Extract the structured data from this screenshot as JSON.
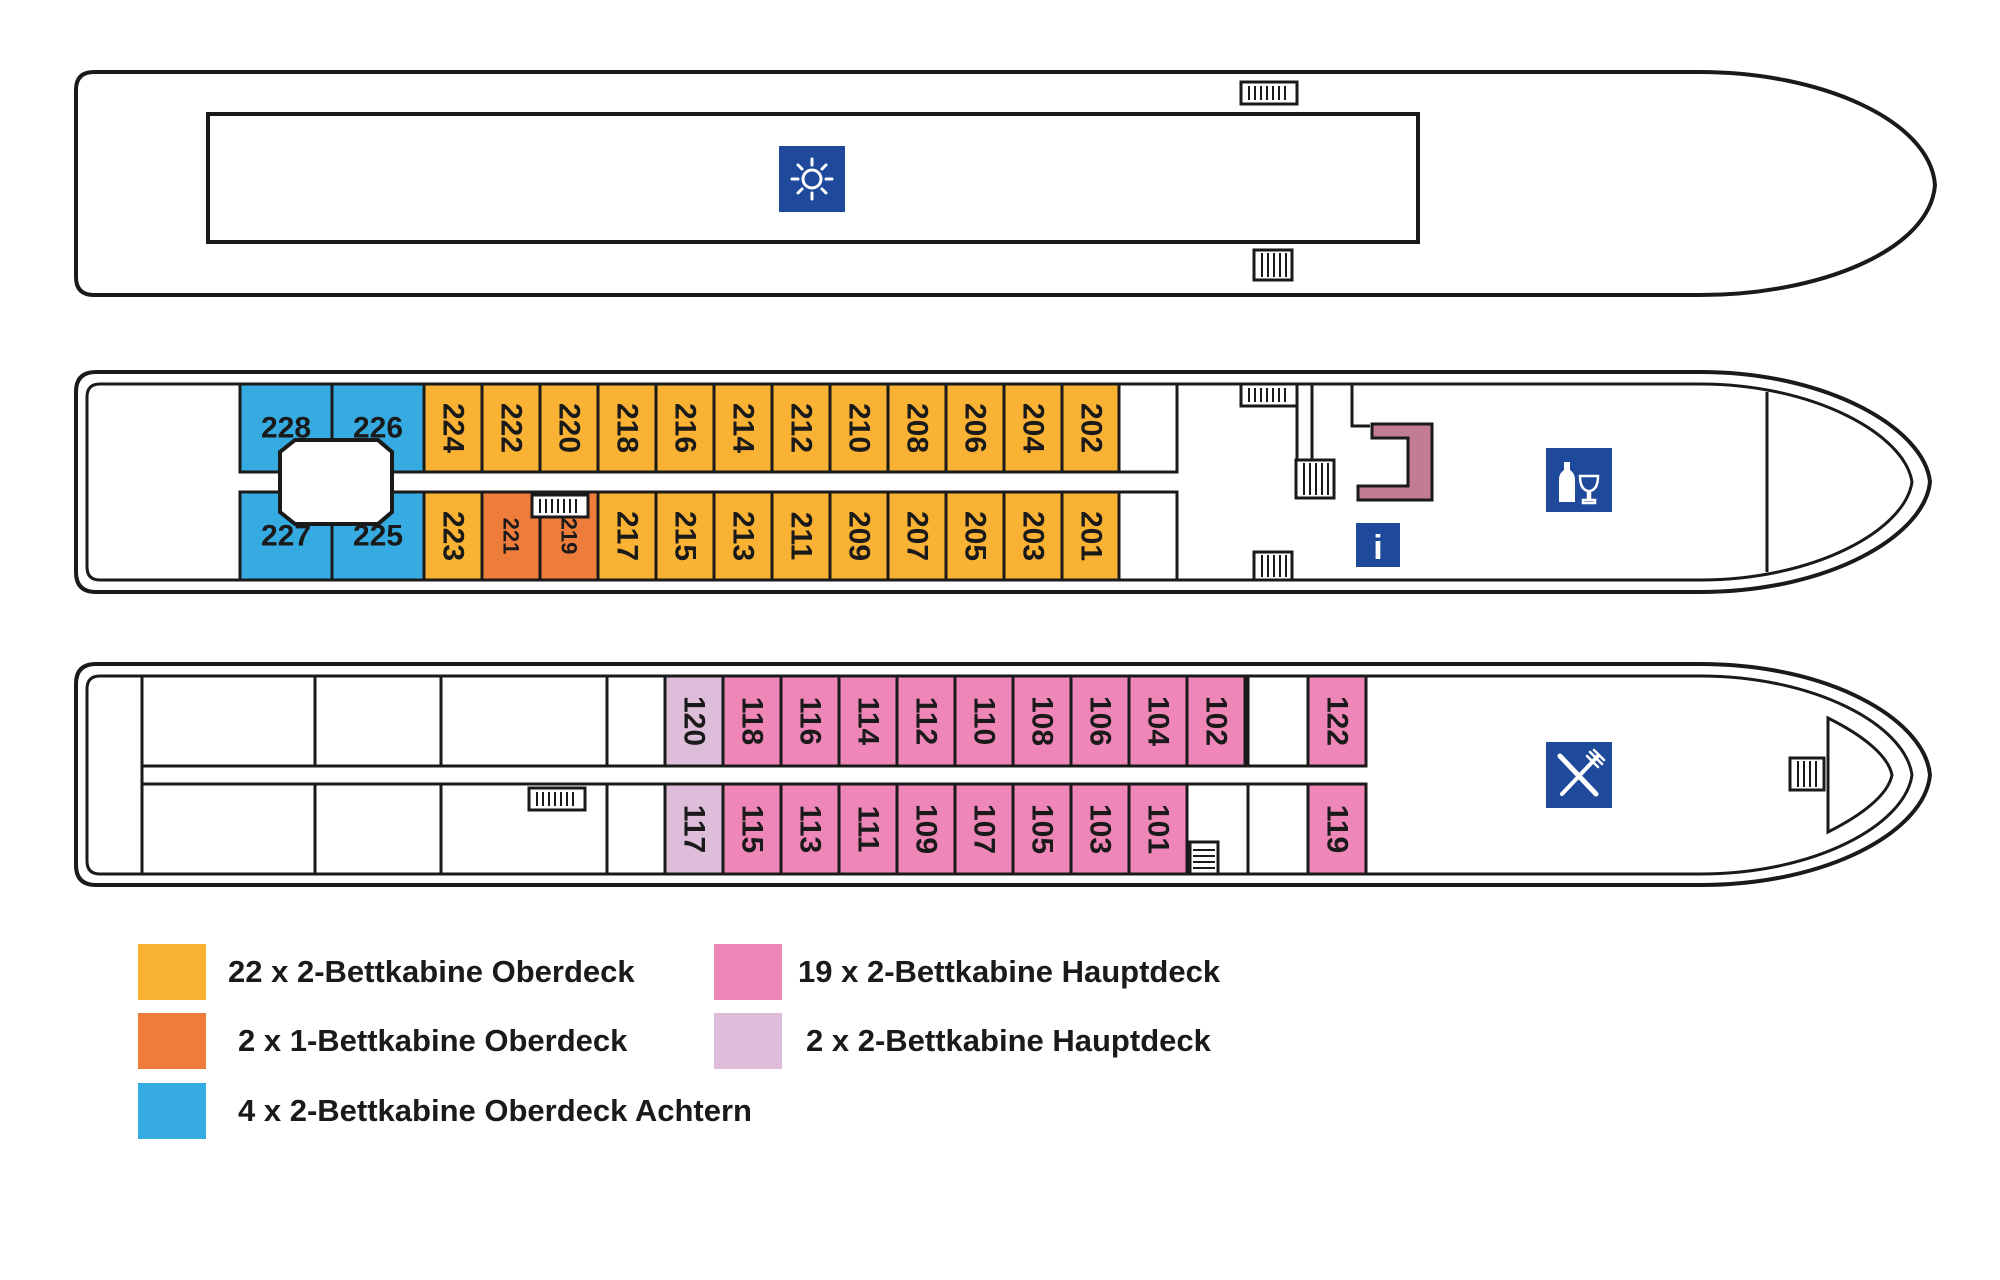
{
  "colors": {
    "oberdeck_2bett": "#F9B233",
    "oberdeck_1bett": "#EE7D3B",
    "achtern_2bett": "#35ABE2",
    "hauptdeck_2bett": "#EE86B7",
    "hauptdeck_2bett_light": "#DDBDDA",
    "icon_blue": "#1F4A9C",
    "bar_rose": "#C37C96",
    "outline": "#1a1a1a"
  },
  "decks": {
    "sun_deck": {
      "icons": [
        "sun-icon"
      ]
    },
    "upper_deck": {
      "icons": [
        "bar-icon",
        "info-icon"
      ],
      "info_label": "i",
      "cabins_top": [
        {
          "no": "228",
          "type": "achtern_2bett",
          "rot": false
        },
        {
          "no": "226",
          "type": "achtern_2bett",
          "rot": false
        },
        {
          "no": "224",
          "type": "oberdeck_2bett",
          "rot": true
        },
        {
          "no": "222",
          "type": "oberdeck_2bett",
          "rot": true
        },
        {
          "no": "220",
          "type": "oberdeck_2bett",
          "rot": true
        },
        {
          "no": "218",
          "type": "oberdeck_2bett",
          "rot": true
        },
        {
          "no": "216",
          "type": "oberdeck_2bett",
          "rot": true
        },
        {
          "no": "214",
          "type": "oberdeck_2bett",
          "rot": true
        },
        {
          "no": "212",
          "type": "oberdeck_2bett",
          "rot": true
        },
        {
          "no": "210",
          "type": "oberdeck_2bett",
          "rot": true
        },
        {
          "no": "208",
          "type": "oberdeck_2bett",
          "rot": true
        },
        {
          "no": "206",
          "type": "oberdeck_2bett",
          "rot": true
        },
        {
          "no": "204",
          "type": "oberdeck_2bett",
          "rot": true
        },
        {
          "no": "202",
          "type": "oberdeck_2bett",
          "rot": true
        }
      ],
      "cabins_bottom": [
        {
          "no": "227",
          "type": "achtern_2bett",
          "rot": false
        },
        {
          "no": "225",
          "type": "achtern_2bett",
          "rot": false
        },
        {
          "no": "223",
          "type": "oberdeck_2bett",
          "rot": true
        },
        {
          "no": "221",
          "type": "oberdeck_1bett",
          "rot": true
        },
        {
          "no": "219",
          "type": "oberdeck_1bett",
          "rot": true
        },
        {
          "no": "217",
          "type": "oberdeck_2bett",
          "rot": true
        },
        {
          "no": "215",
          "type": "oberdeck_2bett",
          "rot": true
        },
        {
          "no": "213",
          "type": "oberdeck_2bett",
          "rot": true
        },
        {
          "no": "211",
          "type": "oberdeck_2bett",
          "rot": true
        },
        {
          "no": "209",
          "type": "oberdeck_2bett",
          "rot": true
        },
        {
          "no": "207",
          "type": "oberdeck_2bett",
          "rot": true
        },
        {
          "no": "205",
          "type": "oberdeck_2bett",
          "rot": true
        },
        {
          "no": "203",
          "type": "oberdeck_2bett",
          "rot": true
        },
        {
          "no": "201",
          "type": "oberdeck_2bett",
          "rot": true
        }
      ]
    },
    "main_deck": {
      "icons": [
        "restaurant-icon"
      ],
      "cabins_top": [
        {
          "no": "120",
          "type": "hauptdeck_2bett_light"
        },
        {
          "no": "118",
          "type": "hauptdeck_2bett"
        },
        {
          "no": "116",
          "type": "hauptdeck_2bett"
        },
        {
          "no": "114",
          "type": "hauptdeck_2bett"
        },
        {
          "no": "112",
          "type": "hauptdeck_2bett"
        },
        {
          "no": "110",
          "type": "hauptdeck_2bett"
        },
        {
          "no": "108",
          "type": "hauptdeck_2bett"
        },
        {
          "no": "106",
          "type": "hauptdeck_2bett"
        },
        {
          "no": "104",
          "type": "hauptdeck_2bett"
        },
        {
          "no": "102",
          "type": "hauptdeck_2bett"
        },
        {
          "no": "122",
          "type": "hauptdeck_2bett"
        }
      ],
      "cabins_bottom": [
        {
          "no": "117",
          "type": "hauptdeck_2bett_light"
        },
        {
          "no": "115",
          "type": "hauptdeck_2bett"
        },
        {
          "no": "113",
          "type": "hauptdeck_2bett"
        },
        {
          "no": "111",
          "type": "hauptdeck_2bett"
        },
        {
          "no": "109",
          "type": "hauptdeck_2bett"
        },
        {
          "no": "107",
          "type": "hauptdeck_2bett"
        },
        {
          "no": "105",
          "type": "hauptdeck_2bett"
        },
        {
          "no": "103",
          "type": "hauptdeck_2bett"
        },
        {
          "no": "101",
          "type": "hauptdeck_2bett"
        },
        {
          "no": "119",
          "type": "hauptdeck_2bett"
        }
      ]
    }
  },
  "legend": [
    {
      "label": "22 x 2-Bettkabine Oberdeck",
      "color": "#F9B233"
    },
    {
      "label": "2 x 1-Bettkabine Oberdeck",
      "color": "#EE7D3B"
    },
    {
      "label": "4 x 2-Bettkabine Oberdeck Achtern",
      "color": "#35ABE2"
    },
    {
      "label": "19 x 2-Bettkabine Hauptdeck",
      "color": "#EE86B7"
    },
    {
      "label": "2 x 2-Bettkabine Hauptdeck",
      "color": "#DDBDDA"
    }
  ]
}
